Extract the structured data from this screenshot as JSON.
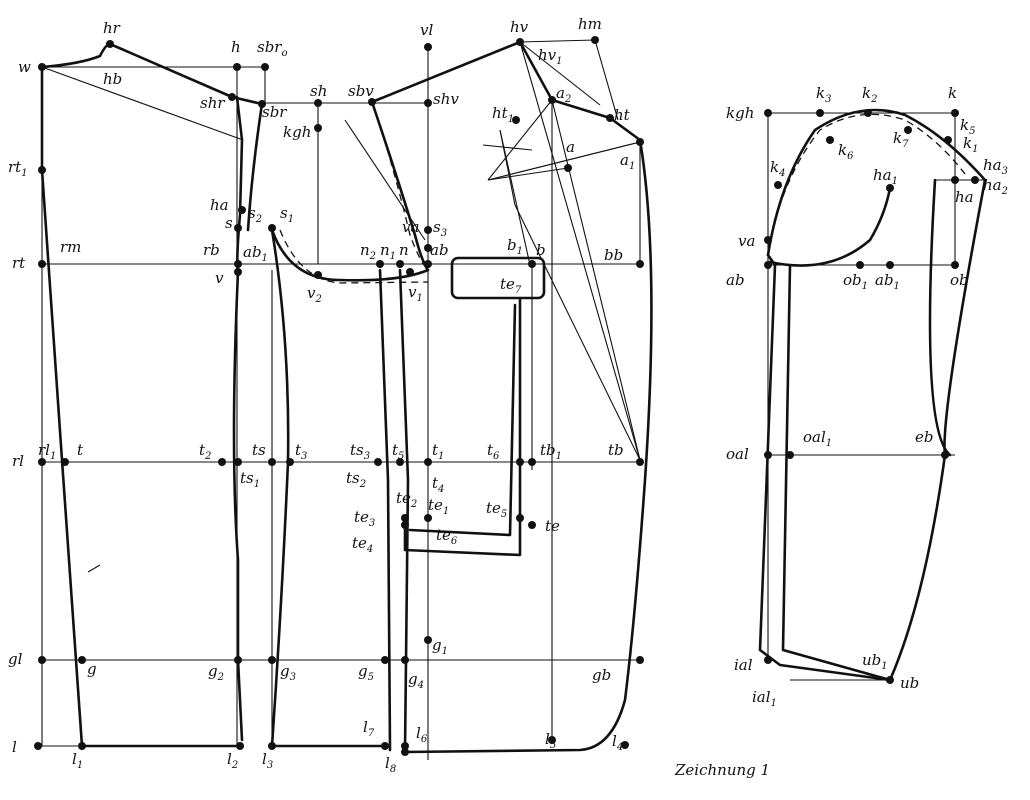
{
  "caption": "Zeichnung 1",
  "labels": [
    {
      "id": "hr",
      "text": "hr"
    },
    {
      "id": "hb",
      "text": "hb"
    },
    {
      "id": "w",
      "text": "w"
    },
    {
      "id": "h",
      "text": "h"
    },
    {
      "id": "sbr0",
      "text": "sbr",
      "sub": "o"
    },
    {
      "id": "shr",
      "text": "shr"
    },
    {
      "id": "sbr",
      "text": "sbr"
    },
    {
      "id": "sh",
      "text": "sh"
    },
    {
      "id": "kgh",
      "text": "kgh"
    },
    {
      "id": "sbv",
      "text": "sbv"
    },
    {
      "id": "vl",
      "text": "vl"
    },
    {
      "id": "shv",
      "text": "shv"
    },
    {
      "id": "hv",
      "text": "hv"
    },
    {
      "id": "hv1",
      "text": "hv",
      "sub": "1"
    },
    {
      "id": "hm",
      "text": "hm"
    },
    {
      "id": "a2",
      "text": "a",
      "sub": "2"
    },
    {
      "id": "ht1",
      "text": "ht",
      "sub": "1"
    },
    {
      "id": "ht",
      "text": "ht"
    },
    {
      "id": "a",
      "text": "a"
    },
    {
      "id": "a1",
      "text": "a",
      "sub": "1"
    },
    {
      "id": "rt1",
      "text": "rt",
      "sub": "1"
    },
    {
      "id": "ha",
      "text": "ha"
    },
    {
      "id": "s",
      "text": "s"
    },
    {
      "id": "s2",
      "text": "s",
      "sub": "2"
    },
    {
      "id": "s1",
      "text": "s",
      "sub": "1"
    },
    {
      "id": "va",
      "text": "va"
    },
    {
      "id": "s3",
      "text": "s",
      "sub": "3"
    },
    {
      "id": "rt",
      "text": "rt"
    },
    {
      "id": "rm",
      "text": "rm"
    },
    {
      "id": "rb",
      "text": "rb"
    },
    {
      "id": "ab1",
      "text": "ab",
      "sub": "1"
    },
    {
      "id": "n2",
      "text": "n",
      "sub": "2"
    },
    {
      "id": "n1",
      "text": "n",
      "sub": "1"
    },
    {
      "id": "n",
      "text": "n"
    },
    {
      "id": "ab",
      "text": "ab"
    },
    {
      "id": "b1",
      "text": "b",
      "sub": "1"
    },
    {
      "id": "b",
      "text": "b"
    },
    {
      "id": "bb",
      "text": "bb"
    },
    {
      "id": "v",
      "text": "v"
    },
    {
      "id": "v2",
      "text": "v",
      "sub": "2"
    },
    {
      "id": "v1",
      "text": "v",
      "sub": "1"
    },
    {
      "id": "te7",
      "text": "te",
      "sub": "7"
    },
    {
      "id": "rl",
      "text": "rl"
    },
    {
      "id": "rl1",
      "text": "rl",
      "sub": "1"
    },
    {
      "id": "t",
      "text": "t"
    },
    {
      "id": "t2",
      "text": "t",
      "sub": "2"
    },
    {
      "id": "ts",
      "text": "ts"
    },
    {
      "id": "t3",
      "text": "t",
      "sub": "3"
    },
    {
      "id": "ts3",
      "text": "ts",
      "sub": "3"
    },
    {
      "id": "t5",
      "text": "t",
      "sub": "5"
    },
    {
      "id": "t1",
      "text": "t",
      "sub": "1"
    },
    {
      "id": "t6",
      "text": "t",
      "sub": "6"
    },
    {
      "id": "tb1",
      "text": "tb",
      "sub": "1"
    },
    {
      "id": "tb",
      "text": "tb"
    },
    {
      "id": "ts1",
      "text": "ts",
      "sub": "1"
    },
    {
      "id": "ts2",
      "text": "ts",
      "sub": "2"
    },
    {
      "id": "t4",
      "text": "t",
      "sub": "4"
    },
    {
      "id": "te2",
      "text": "te",
      "sub": "2"
    },
    {
      "id": "te1",
      "text": "te",
      "sub": "1"
    },
    {
      "id": "te5",
      "text": "te",
      "sub": "5"
    },
    {
      "id": "te3",
      "text": "te",
      "sub": "3"
    },
    {
      "id": "te",
      "text": "te"
    },
    {
      "id": "te4",
      "text": "te",
      "sub": "4"
    },
    {
      "id": "te6",
      "text": "te",
      "sub": "6"
    },
    {
      "id": "gl",
      "text": "gl"
    },
    {
      "id": "g",
      "text": "g"
    },
    {
      "id": "g2",
      "text": "g",
      "sub": "2"
    },
    {
      "id": "g3",
      "text": "g",
      "sub": "3"
    },
    {
      "id": "g5",
      "text": "g",
      "sub": "5"
    },
    {
      "id": "g1",
      "text": "g",
      "sub": "1"
    },
    {
      "id": "g4",
      "text": "g",
      "sub": "4"
    },
    {
      "id": "gb",
      "text": "gb"
    },
    {
      "id": "l",
      "text": "l"
    },
    {
      "id": "l1",
      "text": "l",
      "sub": "1"
    },
    {
      "id": "l2",
      "text": "l",
      "sub": "2"
    },
    {
      "id": "l3",
      "text": "l",
      "sub": "3"
    },
    {
      "id": "l7",
      "text": "l",
      "sub": "7"
    },
    {
      "id": "l6",
      "text": "l",
      "sub": "6"
    },
    {
      "id": "l8",
      "text": "l",
      "sub": "8"
    },
    {
      "id": "l5",
      "text": "l",
      "sub": "5"
    },
    {
      "id": "l4",
      "text": "l",
      "sub": "4"
    },
    {
      "id": "s_kgh",
      "text": "kgh"
    },
    {
      "id": "s_k3",
      "text": "k",
      "sub": "3"
    },
    {
      "id": "s_k2",
      "text": "k",
      "sub": "2"
    },
    {
      "id": "s_k",
      "text": "k"
    },
    {
      "id": "s_k5",
      "text": "k",
      "sub": "5"
    },
    {
      "id": "s_k6",
      "text": "k",
      "sub": "6"
    },
    {
      "id": "s_k7",
      "text": "k",
      "sub": "7"
    },
    {
      "id": "s_k1",
      "text": "k",
      "sub": "1"
    },
    {
      "id": "s_k4",
      "text": "k",
      "sub": "4"
    },
    {
      "id": "s_ha3",
      "text": "ha",
      "sub": "3"
    },
    {
      "id": "s_ha1",
      "text": "ha",
      "sub": "1"
    },
    {
      "id": "s_ha2",
      "text": "ha",
      "sub": "2"
    },
    {
      "id": "s_ha",
      "text": "ha"
    },
    {
      "id": "s_va",
      "text": "va"
    },
    {
      "id": "s_ab",
      "text": "ab"
    },
    {
      "id": "s_ob1",
      "text": "ob",
      "sub": "1"
    },
    {
      "id": "s_ab1",
      "text": "ab",
      "sub": "1"
    },
    {
      "id": "s_ob",
      "text": "ob"
    },
    {
      "id": "s_oal",
      "text": "oal"
    },
    {
      "id": "s_oal1",
      "text": "oal",
      "sub": "1"
    },
    {
      "id": "s_eb",
      "text": "eb"
    },
    {
      "id": "s_ub1",
      "text": "ub",
      "sub": "1"
    },
    {
      "id": "s_ial",
      "text": "ial"
    },
    {
      "id": "s_ub",
      "text": "ub"
    },
    {
      "id": "s_ial1",
      "text": "ial",
      "sub": "1"
    }
  ]
}
